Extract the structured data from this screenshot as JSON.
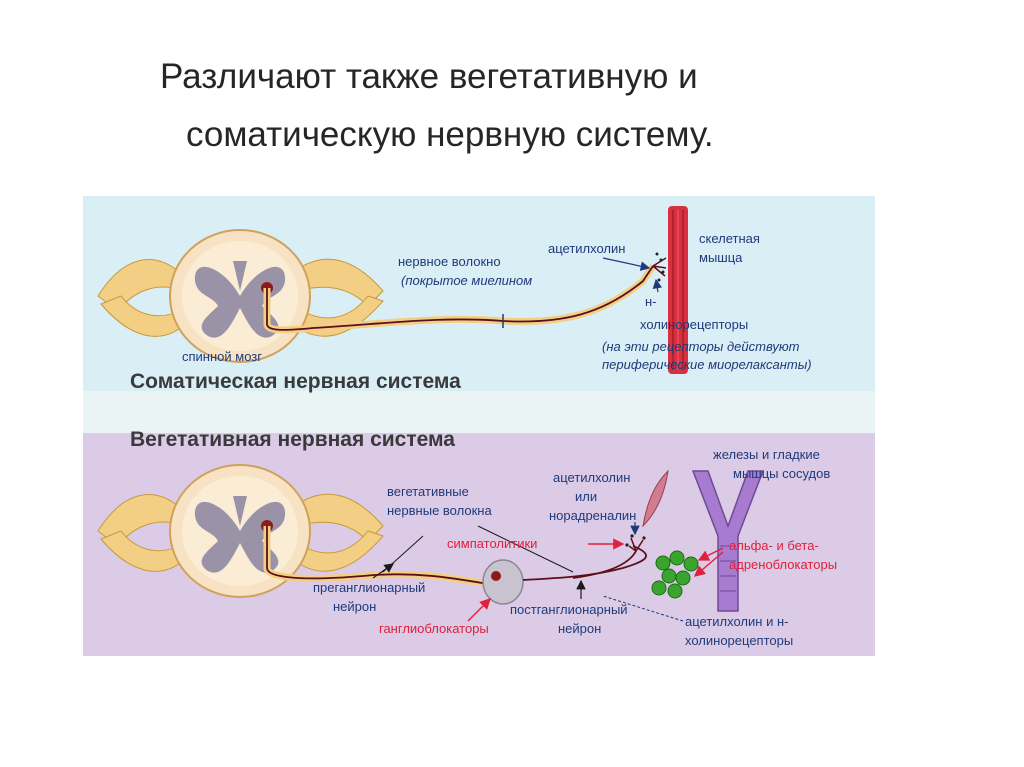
{
  "title": {
    "line1": "Различают также вегетативную и",
    "line2": "соматическую нервную систему."
  },
  "colors": {
    "somatic_bg": "#d9eef5",
    "vegetative_bg": "#dccbe6",
    "separator": "#eaf4f5",
    "label_blue": "#1f3a7a",
    "label_red": "#e0203c",
    "muscle": "#d8303e",
    "vessel": "#a77bd0",
    "gland": "#3aa52e"
  },
  "somatic": {
    "heading": "Соматическая нервная система",
    "spinal_cord": "спинной мозг",
    "fiber_line1": "нервное волокно",
    "fiber_line2": "(покрытое миелином",
    "acetylcholine": "ацетилхолин",
    "muscle_line1": "скелетная",
    "muscle_line2": "мышца",
    "receptor_line1": "н-",
    "receptor_line2": "холинорецепторы",
    "note_line1": "(на эти рецепторы действуют",
    "note_line2": "периферические миорелаксанты)"
  },
  "vegetative": {
    "heading": "Вегетативная нервная система",
    "fibers_line1": "вегетативные",
    "fibers_line2": "нервные волокна",
    "pre_line1": "преганглионарный",
    "pre_line2": "нейрон",
    "ganglioblockers": "ганглиоблокаторы",
    "post_line1": "постганглионарный",
    "post_line2": "нейрон",
    "sympatholytics": "симпатолитики",
    "mediator_line1": "ацетилхолин",
    "mediator_line2": "или",
    "mediator_line3": "норадреналин",
    "glands_line1": "железы и гладкие",
    "glands_line2": "мышцы сосудов",
    "blockers_line1": "альфа- и бета-",
    "blockers_line2": "адреноблокаторы",
    "receptors_line1": "ацетилхолин и н-",
    "receptors_line2": "холинорецепторы"
  }
}
